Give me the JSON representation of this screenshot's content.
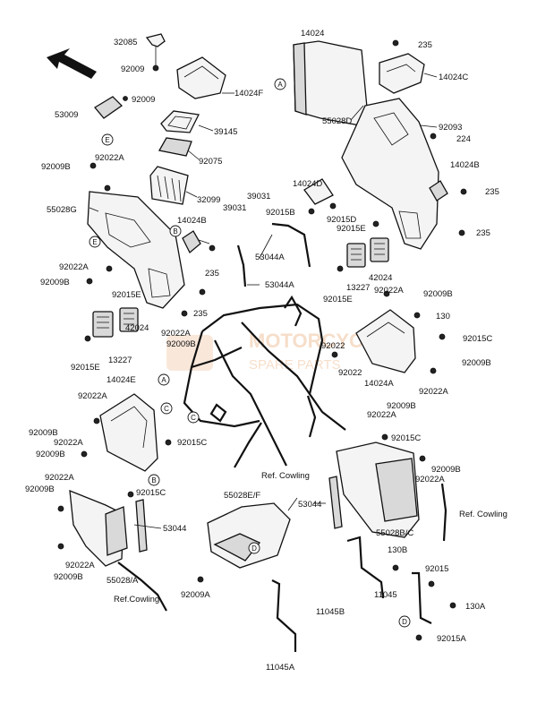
{
  "watermark": {
    "line1": "MOTORCYCLE",
    "line2": "SPARE PARTS",
    "color": "#e7a36a"
  },
  "callouts": {
    "A": "A",
    "B": "B",
    "C": "C",
    "D": "D",
    "E": "E"
  },
  "labels": {
    "p32085": "32085",
    "p92009": "92009",
    "p14024F": "14024F",
    "p92009_b": "92009",
    "p53009": "53009",
    "p39145": "39145",
    "p92075": "92075",
    "p92009B_1": "92009B",
    "p92022A_1": "92022A",
    "p32099": "32099",
    "p55028G": "55028G",
    "p14024B_l": "14024B",
    "p39031_a": "39031",
    "p39031_b": "39031",
    "p92022A_2": "92022A",
    "p92009B_2": "92009B",
    "p235_l1": "235",
    "p92015E_l": "92015E",
    "p53044A_1": "53044A",
    "p53044A_2": "53044A",
    "p235_l2": "235",
    "p92022A_3": "92022A",
    "p92009B_3": "92009B",
    "p92015E_l2": "92015E",
    "p13227_l": "13227",
    "p42024_l": "42024",
    "p14024E": "14024E",
    "p92022A_4": "92022A",
    "p92009B_4": "92009B",
    "p92022A_5": "92022A",
    "p92009B_5": "92009B",
    "p92015C_l": "92015C",
    "p92022A_6": "92022A",
    "p92009B_6": "92009B",
    "p92015C_l2": "92015C",
    "p53044_l": "53044",
    "p92022A_7": "92022A",
    "p92009B_7": "92009B",
    "p55028A": "55028/A",
    "p_refcowl_l": "Ref.Cowling",
    "p14024": "14024",
    "p235_r1": "235",
    "p14024C": "14024C",
    "p55028D": "55028D",
    "p92093": "92093",
    "p224": "224",
    "p14024B_r": "14024B",
    "p14024D": "14024D",
    "p235_r2": "235",
    "p92015B": "92015B",
    "p92015D": "92015D",
    "p92015E_r": "92015E",
    "p235_r3": "235",
    "p42024_r": "42024",
    "p13227_r": "13227",
    "p92022A_r1": "92022A",
    "p92009B_r1": "92009B",
    "p92015E_r2": "92015E",
    "p130_r": "130",
    "p92015C_r": "92015C",
    "p92022_a": "92022",
    "p92022_b": "92022",
    "p14024A": "14024A",
    "p92009B_r2": "92009B",
    "p92022A_r2": "92022A",
    "p92009B_r3": "92009B",
    "p92022A_r3": "92022A",
    "p92015C_r2": "92015C",
    "p_refcowl_c": "Ref. Cowling",
    "p92009B_r4": "92009B",
    "p92022A_r4": "92022A",
    "p55028EF": "55028E/F",
    "p53044_r": "53044",
    "p_refcowl_r": "Ref. Cowling",
    "p55028BC": "55028B/C",
    "p130B": "130B",
    "p92015_r": "92015",
    "p11045": "11045",
    "p130A": "130A",
    "p92015A": "92015A",
    "p92009A": "92009A",
    "p11045B": "11045B",
    "p11045A": "11045A"
  }
}
